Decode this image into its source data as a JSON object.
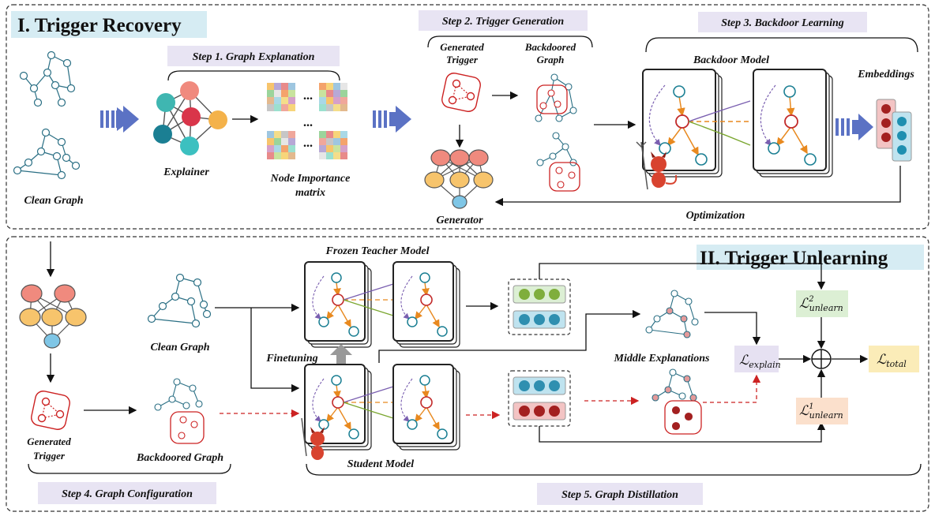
{
  "panels": {
    "trigger_recovery": "I. Trigger Recovery",
    "trigger_unlearning": "II. Trigger Unlearning"
  },
  "steps": {
    "step1": "Step 1. Graph Explanation",
    "step2": "Step 2. Trigger Generation",
    "step3": "Step 3. Backdoor Learning",
    "step4": "Step 4. Graph Configuration",
    "step5": "Step 5. Graph Distillation"
  },
  "labels": {
    "clean_graph": "Clean Graph",
    "explainer": "Explainer",
    "node_importance_1": "Node Importance",
    "node_importance_2": "matrix",
    "generated_trigger_1": "Generated",
    "generated_trigger_2": "Trigger",
    "backdoored_graph_1": "Backdoored",
    "backdoored_graph_2": "Graph",
    "generator": "Generator",
    "backdoor_model": "Backdoor Model",
    "embeddings": "Embeddings",
    "optimization": "Optimization",
    "frozen_teacher": "Frozen Teacher Model",
    "finetuning": "Finetuning",
    "student_model": "Student Model",
    "middle_explanations": "Middle Explanations",
    "backdoored_graph": "Backdoored Graph",
    "clean_graph_2": "Clean Graph",
    "generated_trigger_b1": "Generated",
    "generated_trigger_b2": "Trigger",
    "dots": "..."
  },
  "losses": {
    "l_unlearn2_main": "ℒ",
    "l_unlearn2_sup": "2",
    "l_unlearn2_sub": "unlearn",
    "l_explain_main": "ℒ",
    "l_explain_sub": "explain",
    "l_total_main": "ℒ",
    "l_total_sub": "total",
    "l_unlearn1_main": "ℒ",
    "l_unlearn1_sup": "1",
    "l_unlearn1_sub": "unlearn",
    "combine_symbol": "⊕"
  },
  "colors": {
    "accent_blue": "#5b72c4",
    "trigger_red": "#cc2222",
    "step_label_bg": "#e8e4f3",
    "title_bg": "#d6ecf3",
    "unlearn2_bg": "#dcefd4",
    "unlearn1_bg": "#fbe0cc",
    "explain_bg": "#e6e1f2",
    "total_bg": "#fbecb8",
    "node_teal": "#1b7f93",
    "node_red": "#c22a2a",
    "node_green": "#7fae3c",
    "node_blue": "#2f8fb0"
  }
}
